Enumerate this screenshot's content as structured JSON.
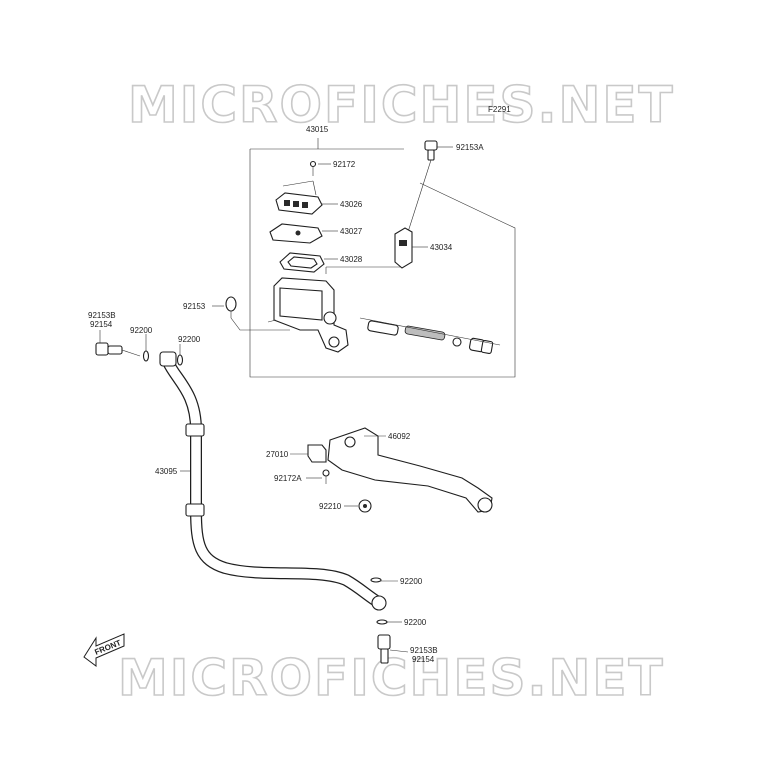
{
  "watermark": {
    "text": "MICROFICHES.NET"
  },
  "figure_code": "F2291",
  "callouts": {
    "p43015": "43015",
    "p92172": "92172",
    "p43026": "43026",
    "p43027": "43027",
    "p43028": "43028",
    "p92153A": "92153A",
    "p43034": "43034",
    "p92153_top": "92153",
    "p92153B_left": "92153B",
    "p92154_left": "92154",
    "p92200_a": "92200",
    "p92200_b": "92200",
    "p46092": "46092",
    "p27010": "27010",
    "p92172A": "92172A",
    "p43095": "43095",
    "p92210": "92210",
    "p92200_c": "92200",
    "p92200_d": "92200",
    "p92153B_right": "92153B",
    "p92154_right": "92154"
  },
  "front_arrow": {
    "label": "FRONT"
  }
}
